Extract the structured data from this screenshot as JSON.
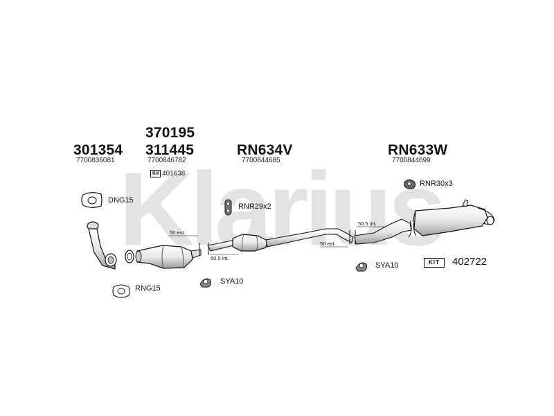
{
  "watermark": {
    "text": "Klarius",
    "color": "#e3e3e3"
  },
  "parts": {
    "p301354": {
      "code": "301354",
      "oem": "7700836081"
    },
    "p370195": {
      "code": "370195"
    },
    "p311445": {
      "code": "311445",
      "oem": "7700846782",
      "kit_label": "Kit",
      "kit_number": "401638"
    },
    "prn634v": {
      "code": "RN634V",
      "oem": "7700844685"
    },
    "prn633w": {
      "code": "RN633W",
      "oem": "7700844699"
    }
  },
  "fittings": {
    "dng15": "DNG15",
    "rng15": "RNG15",
    "rnr29x2": "RNR29x2",
    "rnr30x3": "RNR30x3",
    "sya10_left": "SYA10",
    "sya10_right": "SYA10"
  },
  "joints": {
    "j1_ext": "50 ext.",
    "j1_int": "50.5 int.",
    "j2_ext": "50 ext.",
    "j2_int": "50.5 int."
  },
  "kit": {
    "label": "KIT",
    "number": "402722"
  },
  "colors": {
    "line": "#111111",
    "part_fill": "#f2f2f2",
    "shade": "#9a9a9a"
  }
}
